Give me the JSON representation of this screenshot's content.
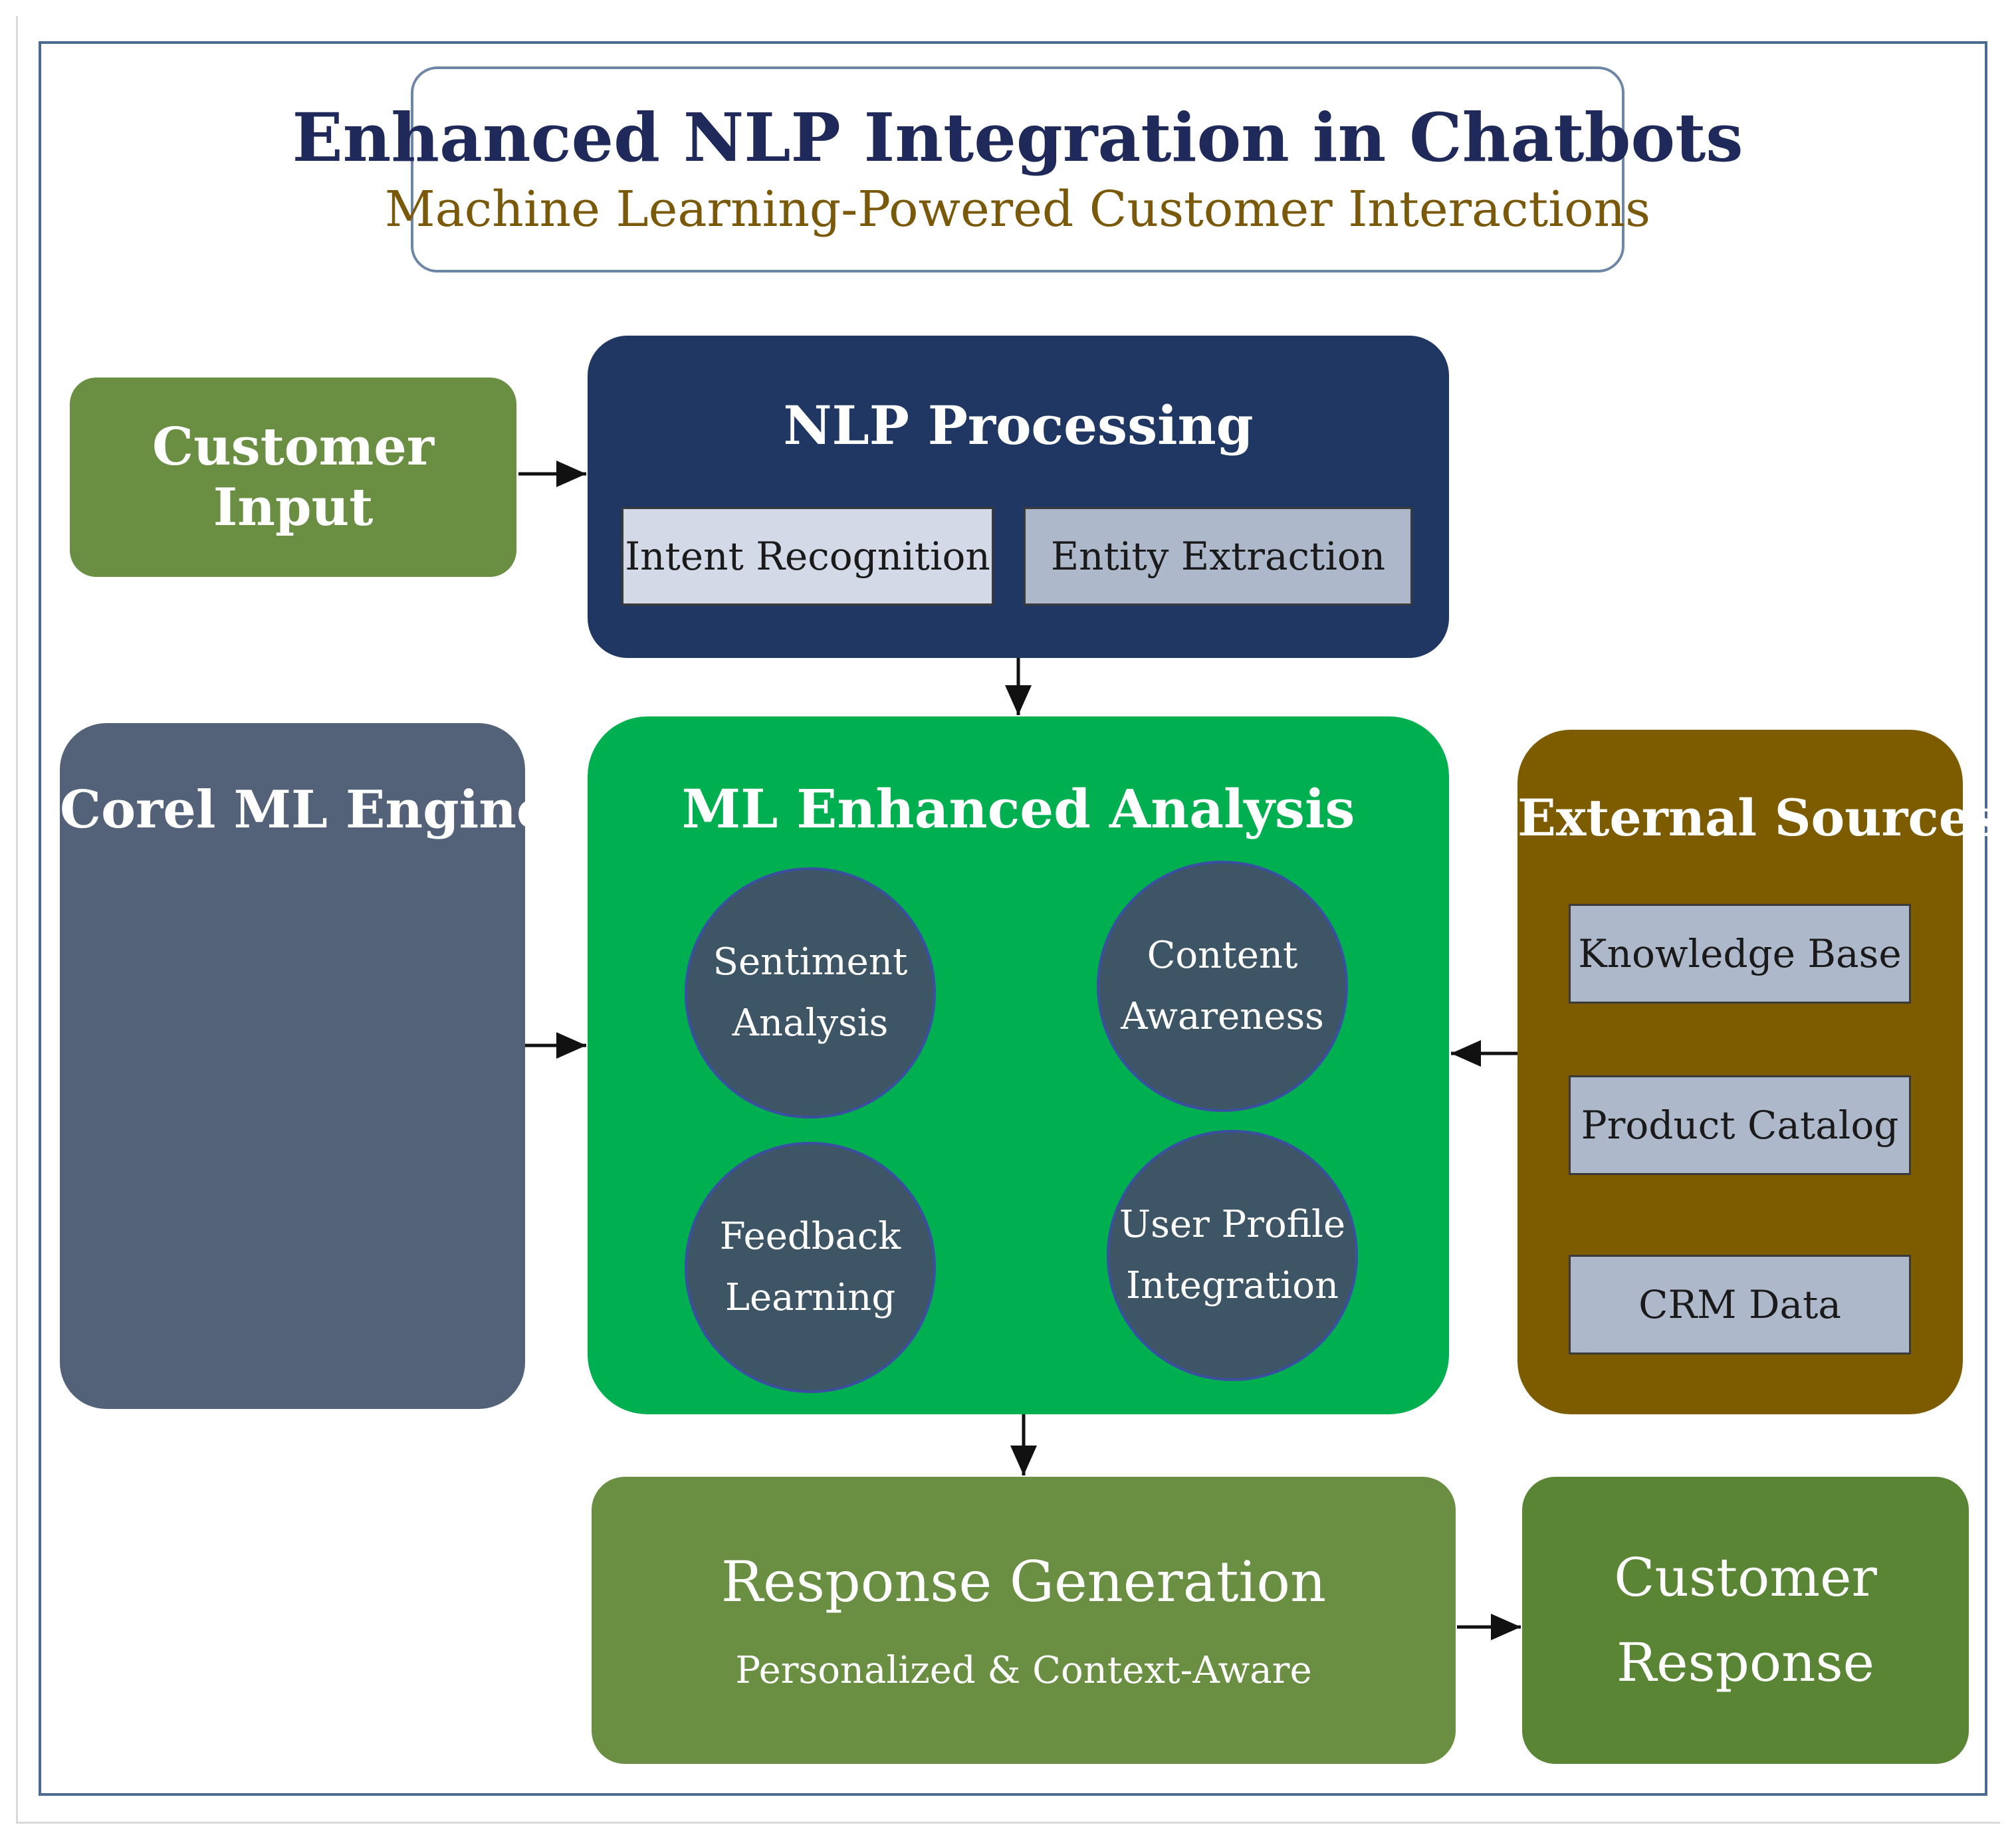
{
  "title": "Enhanced NLP Integration in Chatbots",
  "subtitle": "Machine Learning-Powered Customer Interactions",
  "customer_input": "Customer Input",
  "nlp": {
    "title": "NLP Processing",
    "items": [
      "Intent Recognition",
      "Entity Extraction"
    ]
  },
  "core_engine": "Corel ML Engine",
  "ml": {
    "title": "ML Enhanced Analysis",
    "circles": [
      {
        "line1": "Sentiment",
        "line2": "Analysis"
      },
      {
        "line1": "Content",
        "line2": "Awareness"
      },
      {
        "line1": "Feedback",
        "line2": "Learning"
      },
      {
        "line1": "User Profile",
        "line2": "Integration"
      }
    ]
  },
  "external": {
    "title": "External Sources",
    "items": [
      "Knowledge Base",
      "Product Catalog",
      "CRM Data"
    ]
  },
  "response": {
    "title": "Response Generation",
    "subtitle": "Personalized & Context-Aware"
  },
  "customer_response": {
    "line1": "Customer",
    "line2": "Response"
  },
  "colors": {
    "title": "#1f2a5a",
    "subtitle": "#7a5a0a",
    "green_box": "#6a8f43",
    "navy_box": "#1f3762",
    "slate_box": "#536278",
    "ml_green": "#00b050",
    "circle": "#3e5566",
    "brown_box": "#7d5c00",
    "chip_light": "#d3d9e6",
    "chip": "#aeb8cb"
  }
}
